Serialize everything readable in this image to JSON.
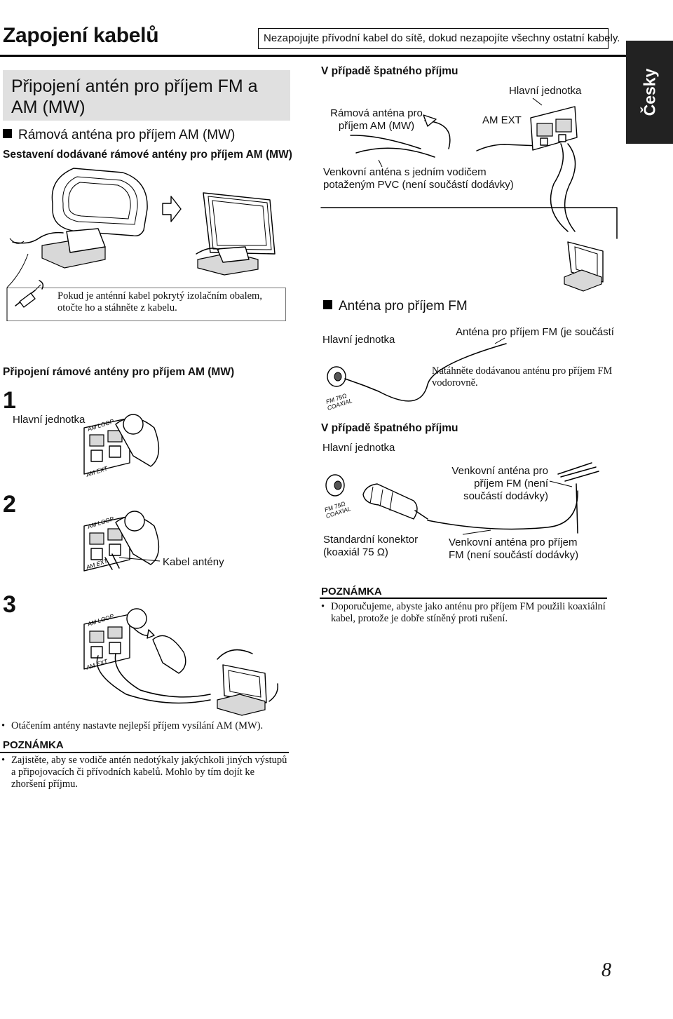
{
  "header": {
    "title": "Zapojení kabelů",
    "warning": "Nezapojujte přívodní kabel do sítě, dokud nezapojíte všechny ostatní kabely.",
    "language_tab": "Česky"
  },
  "am_section": {
    "banner": "Připojení antén pro příjem FM a AM (MW)",
    "heading": "Rámová anténa pro příjem AM (MW)",
    "assembly_subtitle": "Sestavení dodávané rámové antény pro příjem AM (MW)",
    "tip": "Pokud je anténní kabel pokrytý izolačním obalem, otočte ho a stáhněte z kabelu.",
    "connect_subtitle": "Připojení rámové antény pro příjem AM (MW)",
    "step1": {
      "number": "1",
      "label": "Hlavní jednotka"
    },
    "step2": {
      "number": "2",
      "label": "Kabel antény"
    },
    "step3": {
      "number": "3"
    },
    "bullet": "Otáčením antény nastavte nejlepší příjem vysílání AM (MW).",
    "note_title": "POZNÁMKA",
    "note": "Zajistěte, aby se vodiče antén nedotýkaly jakýchkoli jiných výstupů a připojovacích či přívodních kabelů. Mohlo by tím dojít ke zhoršení příjmu."
  },
  "poor_reception_am": {
    "subtitle": "V případě špatného příjmu",
    "loop_label": "Rámová anténa pro příjem AM (MW)",
    "am_ext": "AM EXT",
    "main_unit": "Hlavní jednotka",
    "outdoor_label": "Venkovní anténa s jedním vodičem potaženým PVC (není součástí dodávky)"
  },
  "fm_section": {
    "heading": "Anténa pro příjem FM",
    "main_unit": "Hlavní jednotka",
    "supplied_label": "Anténa pro příjem FM (je součástí",
    "stretch_note": "Natáhněte dodávanou anténu pro příjem FM vodorovně.",
    "poor_subtitle": "V případě špatného příjmu",
    "main_unit_2": "Hlavní jednotka",
    "outdoor_label_1": "Venkovní anténa pro příjem FM (není součástí dodávky)",
    "connector_label": "Standardní konektor (koaxiál 75 Ω)",
    "outdoor_label_2": "Venkovní anténa pro příjem FM (není součástí dodávky)",
    "note_title": "POZNÁMKA",
    "note": "Doporučujeme, abyste jako anténu pro příjem FM použili koaxiální kabel, protože je dobře stíněný proti rušení."
  },
  "terminal_labels": {
    "am_loop": "AM LOOP",
    "am_ext": "AM EXT",
    "fm_75": "FM 75Ω",
    "coaxial": "COAXIAL"
  },
  "page_number": "8"
}
